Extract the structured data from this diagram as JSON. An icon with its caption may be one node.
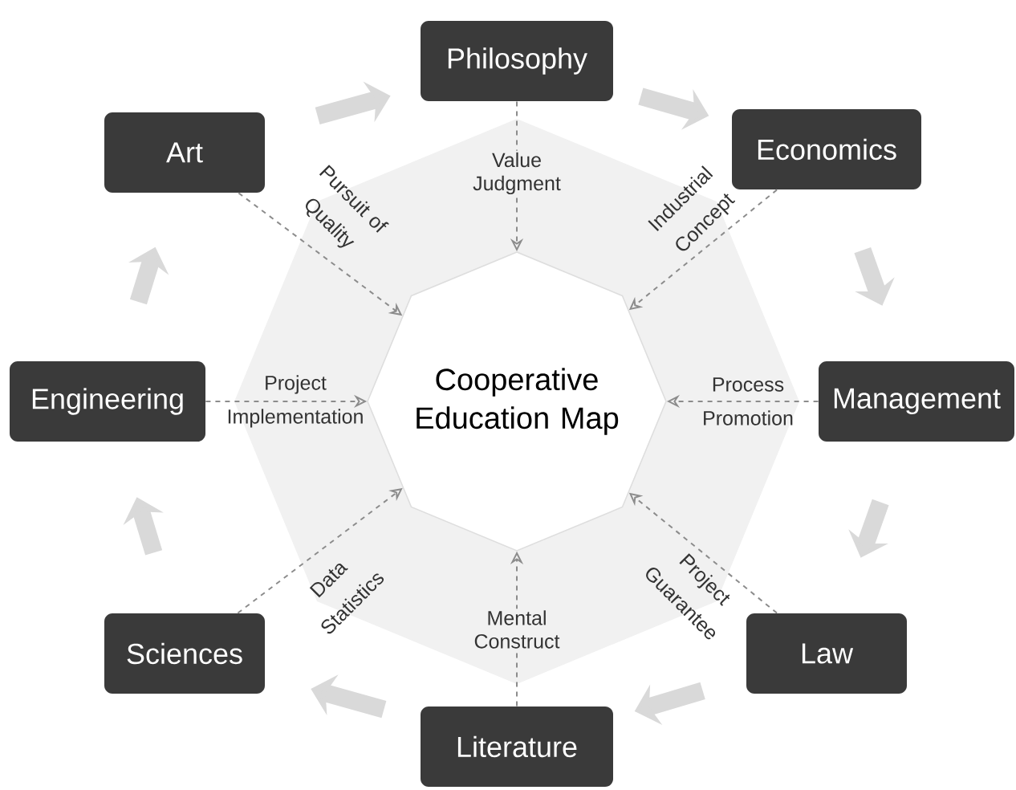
{
  "diagram": {
    "nodes": [
      {
        "text": [
          "Philosophy"
        ]
      },
      {
        "text": [
          "Art"
        ]
      },
      {
        "text": [
          "Economics"
        ]
      },
      {
        "text": [
          "Engineering"
        ]
      },
      {
        "text": [
          "Cooperative Education Map"
        ]
      },
      {
        "text": [
          "Management"
        ]
      },
      {
        "text": [
          "Sciences"
        ]
      },
      {
        "text": [
          "Law"
        ]
      },
      {
        "text": [
          "Literature"
        ]
      }
    ],
    "edges": [
      {
        "from": 0,
        "to": 4,
        "arrow": "to",
        "label": "Value Judgment",
        "style": "dashed",
        "color": "#8c8c8c"
      },
      {
        "from": 1,
        "to": 4,
        "arrow": "to",
        "label": "Pursuit of Quality",
        "style": "dashed",
        "color": "#8c8c8c"
      },
      {
        "from": 2,
        "to": 4,
        "arrow": "to",
        "label": "Industrial Concept",
        "style": "dashed",
        "color": "#8c8c8c"
      },
      {
        "from": 3,
        "to": 4,
        "arrow": "to",
        "label": "Project Implementation",
        "style": "dashed",
        "color": "#8c8c8c"
      },
      {
        "from": 5,
        "to": 4,
        "arrow": "to",
        "label": "Process Promotion",
        "style": "dashed",
        "color": "#8c8c8c"
      },
      {
        "from": 6,
        "to": 4,
        "arrow": "to",
        "label": "Data Statistics",
        "style": "dashed",
        "color": "#8c8c8c"
      },
      {
        "from": 7,
        "to": 4,
        "arrow": "to",
        "label": "Project Guarantee",
        "style": "dashed",
        "color": "#8c8c8c"
      },
      {
        "from": 8,
        "to": 4,
        "arrow": "to",
        "label": "Mental Construct",
        "style": "dashed",
        "color": "#8c8c8c"
      },
      {
        "from": 0,
        "to": 2,
        "arrow": "to",
        "style": "thick",
        "color": "#d9d9d9"
      },
      {
        "from": 2,
        "to": 5,
        "arrow": "to",
        "style": "thick",
        "color": "#d9d9d9"
      },
      {
        "from": 5,
        "to": 7,
        "arrow": "to",
        "style": "thick",
        "color": "#d9d9d9"
      },
      {
        "from": 7,
        "to": 8,
        "arrow": "to",
        "style": "thick",
        "color": "#d9d9d9"
      },
      {
        "from": 8,
        "to": 6,
        "arrow": "to",
        "style": "thick",
        "color": "#d9d9d9"
      },
      {
        "from": 6,
        "to": 3,
        "arrow": "to",
        "style": "thick",
        "color": "#d9d9d9"
      },
      {
        "from": 3,
        "to": 1,
        "arrow": "to",
        "style": "thick",
        "color": "#d9d9d9"
      },
      {
        "from": 1,
        "to": 0,
        "arrow": "to",
        "style": "thick",
        "color": "#d9d9d9"
      }
    ]
  }
}
